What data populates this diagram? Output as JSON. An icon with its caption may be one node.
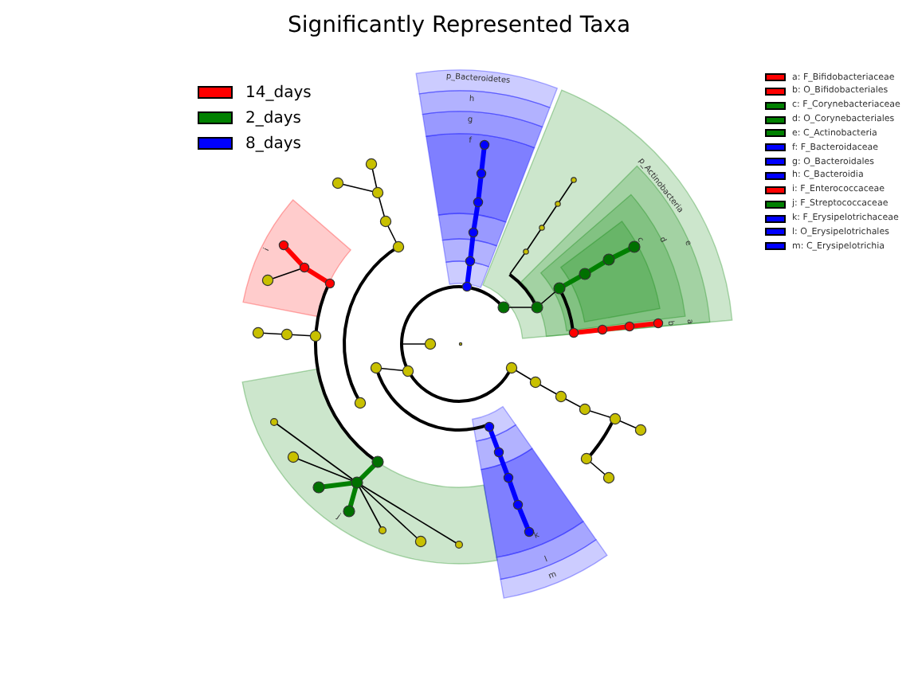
{
  "diagram": {
    "title": "Significantly Represented Taxa",
    "labels": [
      "p_Bacteroidetes",
      "h",
      "g",
      "f",
      "p_Actinobacteria",
      "i",
      "e",
      "d",
      "c",
      "b",
      "a",
      "j",
      "k",
      "l",
      "m"
    ],
    "legend": [
      {
        "text": "14_days",
        "color": "#ff0000"
      },
      {
        "text": "2_days",
        "color": "#008000"
      },
      {
        "text": "8_days",
        "color": "#0000ff"
      },
      {
        "text": "a: F_Bifidobacteriaceae",
        "color": "#ff0000"
      },
      {
        "text": "b: O_Bifidobacteriales",
        "color": "#ff0000"
      },
      {
        "text": "c: F_Corynebacteriaceae",
        "color": "#008000"
      },
      {
        "text": "d: O_Corynebacteriales",
        "color": "#008000"
      },
      {
        "text": "e: C_Actinobacteria",
        "color": "#008000"
      },
      {
        "text": "f: F_Bacteroidaceae",
        "color": "#0000ff"
      },
      {
        "text": "g: O_Bacteroidales",
        "color": "#0000ff"
      },
      {
        "text": "h: C_Bacteroidia",
        "color": "#0000ff"
      },
      {
        "text": "i: F_Enterococcaceae",
        "color": "#ff0000"
      },
      {
        "text": "j: F_Streptococcaceae",
        "color": "#008000"
      },
      {
        "text": "k: F_Erysipelotrichaceae",
        "color": "#0000ff"
      },
      {
        "text": "l: O_Erysipelotrichales",
        "color": "#0000ff"
      },
      {
        "text": "m: C_Erysipelotrichia",
        "color": "#0000ff"
      }
    ]
  }
}
